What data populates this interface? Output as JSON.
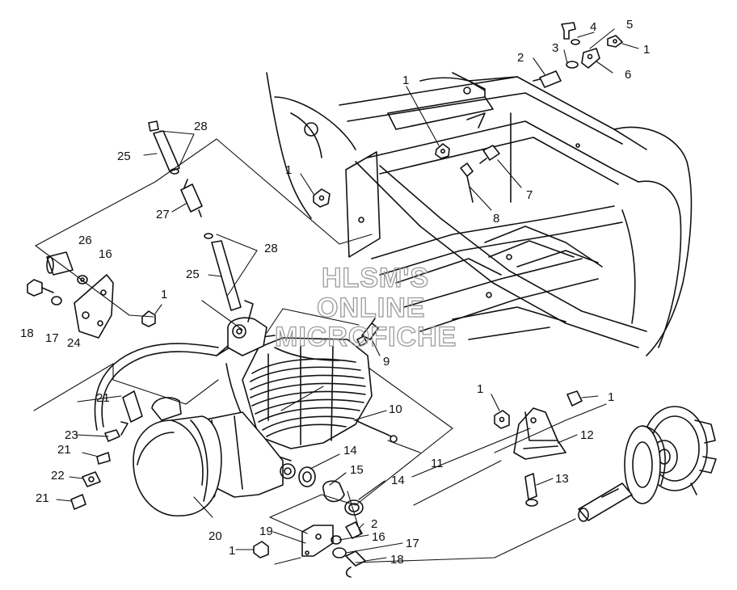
{
  "watermark": {
    "lines": [
      "HLSM'S",
      "ONLINE",
      "MICROFICHE"
    ]
  },
  "callouts": [
    {
      "id": "c-1a",
      "text": "1"
    },
    {
      "id": "c-2a",
      "text": "2"
    },
    {
      "id": "c-3",
      "text": "3"
    },
    {
      "id": "c-4",
      "text": "4"
    },
    {
      "id": "c-5",
      "text": "5"
    },
    {
      "id": "c-6",
      "text": "6"
    },
    {
      "id": "c-1b",
      "text": "1"
    },
    {
      "id": "c-7",
      "text": "7"
    },
    {
      "id": "c-8",
      "text": "8"
    },
    {
      "id": "c-1c",
      "text": "1"
    },
    {
      "id": "c-28a",
      "text": "28"
    },
    {
      "id": "c-25a",
      "text": "25"
    },
    {
      "id": "c-27",
      "text": "27"
    },
    {
      "id": "c-26",
      "text": "26"
    },
    {
      "id": "c-16a",
      "text": "16"
    },
    {
      "id": "c-28b",
      "text": "28"
    },
    {
      "id": "c-25b",
      "text": "25"
    },
    {
      "id": "c-1d",
      "text": "1"
    },
    {
      "id": "c-18a",
      "text": "18"
    },
    {
      "id": "c-17a",
      "text": "17"
    },
    {
      "id": "c-24",
      "text": "24"
    },
    {
      "id": "c-9",
      "text": "9"
    },
    {
      "id": "c-21a",
      "text": "21"
    },
    {
      "id": "c-10",
      "text": "10"
    },
    {
      "id": "c-1e",
      "text": "1"
    },
    {
      "id": "c-1f",
      "text": "1"
    },
    {
      "id": "c-12",
      "text": "12"
    },
    {
      "id": "c-23",
      "text": "23"
    },
    {
      "id": "c-21b",
      "text": "21"
    },
    {
      "id": "c-14a",
      "text": "14"
    },
    {
      "id": "c-11",
      "text": "11"
    },
    {
      "id": "c-15",
      "text": "15"
    },
    {
      "id": "c-22",
      "text": "22"
    },
    {
      "id": "c-21c",
      "text": "21"
    },
    {
      "id": "c-14b",
      "text": "14"
    },
    {
      "id": "c-13",
      "text": "13"
    },
    {
      "id": "c-2b",
      "text": "2"
    },
    {
      "id": "c-20",
      "text": "20"
    },
    {
      "id": "c-19",
      "text": "19"
    },
    {
      "id": "c-16b",
      "text": "16"
    },
    {
      "id": "c-1g",
      "text": "1"
    },
    {
      "id": "c-17b",
      "text": "17"
    },
    {
      "id": "c-18b",
      "text": "18"
    }
  ]
}
